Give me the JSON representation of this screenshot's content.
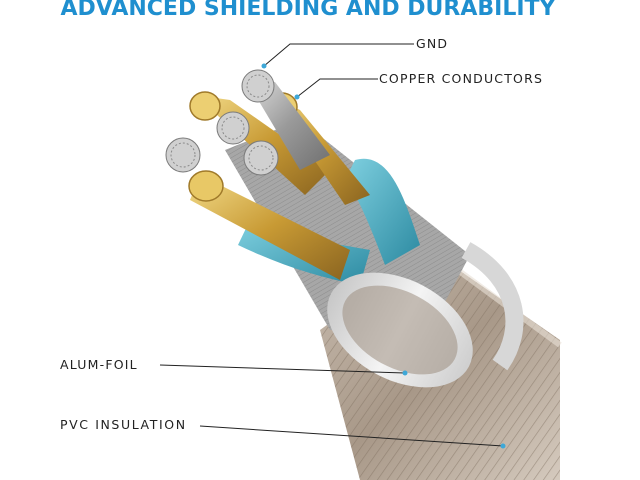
{
  "title": "ADVANCED SHIELDING AND DURABILITY",
  "labels": {
    "gnd": "GND",
    "copper": "COPPER CONDUCTORS",
    "foil": "ALUM-FOIL",
    "pvc": "PVC  INSULATION"
  },
  "colors": {
    "title": "#1f8fcf",
    "copper": "#d9b24a",
    "teal": "#3aa6bd",
    "foil": "#e6e6e6",
    "jacket": "#b5a696",
    "leader": "#222222"
  }
}
